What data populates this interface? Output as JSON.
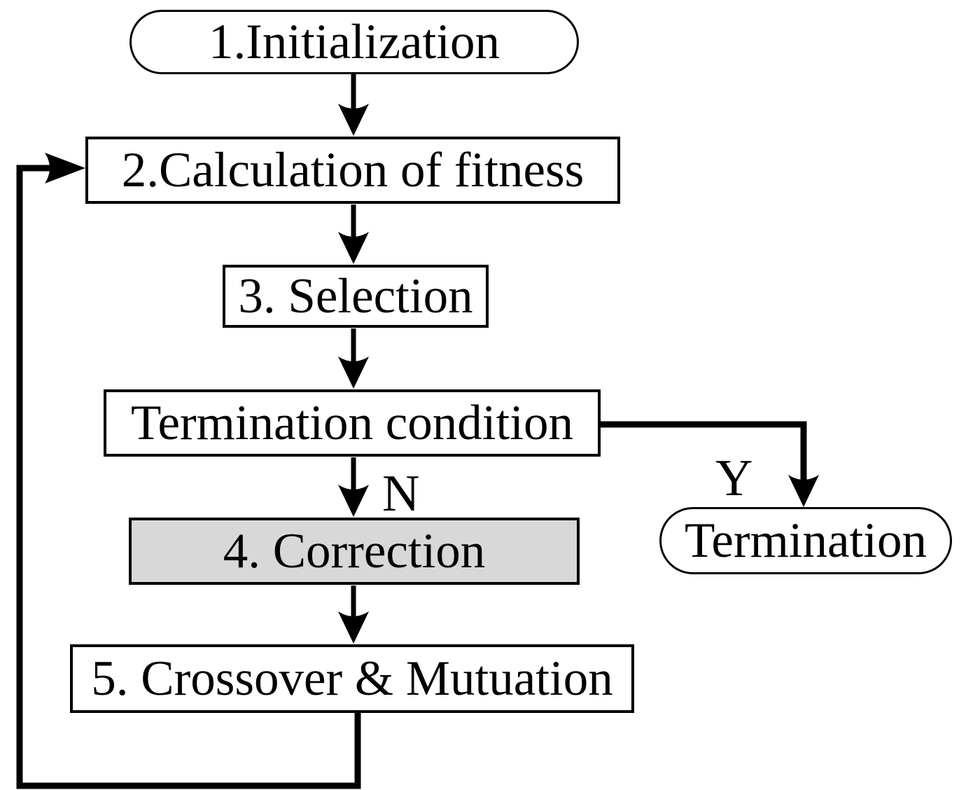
{
  "diagram": {
    "type": "flowchart",
    "background_color": "#ffffff",
    "stroke_color": "#000000",
    "node_fill": "#ffffff",
    "highlight_fill": "#d8d8d8",
    "nodes": [
      {
        "label": "1.Initialization",
        "shape": "stadium"
      },
      {
        "label": "2.Calculation of fitness",
        "shape": "rectangle"
      },
      {
        "label": "3. Selection",
        "shape": "rectangle"
      },
      {
        "label": "Termination condition",
        "shape": "rectangle"
      },
      {
        "label": "4. Correction",
        "shape": "rectangle",
        "fill": "#d8d8d8"
      },
      {
        "label": "5. Crossover & Mutuation",
        "shape": "rectangle"
      },
      {
        "label": "Termination",
        "shape": "stadium"
      }
    ],
    "edge_labels": {
      "no_branch": "N",
      "yes_branch": "Y"
    }
  }
}
